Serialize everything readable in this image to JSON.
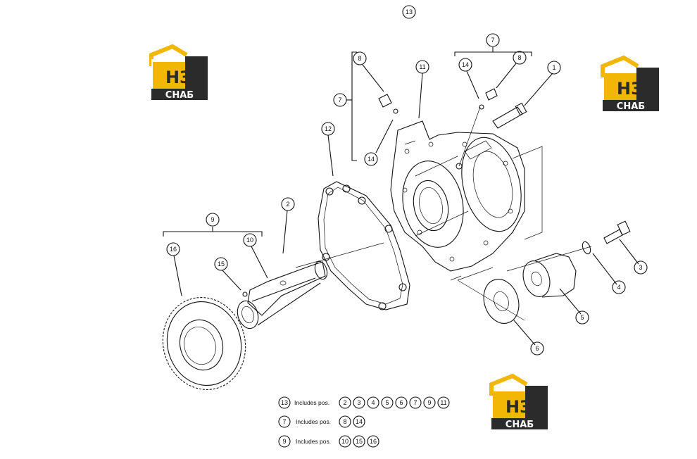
{
  "callouts": [
    {
      "id": "c13",
      "label": "13"
    },
    {
      "id": "c8a",
      "label": "8"
    },
    {
      "id": "c11",
      "label": "11"
    },
    {
      "id": "c7a",
      "label": "7"
    },
    {
      "id": "c14a",
      "label": "14"
    },
    {
      "id": "c8b",
      "label": "8"
    },
    {
      "id": "c1",
      "label": "1"
    },
    {
      "id": "c7b",
      "label": "7"
    },
    {
      "id": "c14b",
      "label": "14"
    },
    {
      "id": "c12",
      "label": "12"
    },
    {
      "id": "c2",
      "label": "2"
    },
    {
      "id": "c9",
      "label": "9"
    },
    {
      "id": "c10",
      "label": "10"
    },
    {
      "id": "c16",
      "label": "16"
    },
    {
      "id": "c15",
      "label": "15"
    },
    {
      "id": "c3",
      "label": "3"
    },
    {
      "id": "c4",
      "label": "4"
    },
    {
      "id": "c5",
      "label": "5"
    },
    {
      "id": "c6",
      "label": "6"
    }
  ],
  "legend": [
    {
      "group": "13",
      "text": "Includes pos.",
      "items": [
        "2",
        "3",
        "4",
        "5",
        "6",
        "7",
        "9",
        "11"
      ]
    },
    {
      "group": "7",
      "text": "Includes pos.",
      "items": [
        "8",
        "14"
      ]
    },
    {
      "group": "9",
      "text": "Includes pos.",
      "items": [
        "10",
        "15",
        "16"
      ]
    }
  ],
  "logos": [
    {
      "id": "logo-top-left",
      "text_top": "НЗ",
      "text_bottom": "СНАБ"
    },
    {
      "id": "logo-top-right",
      "text_top": "НЗ",
      "text_bottom": "СНАБ"
    },
    {
      "id": "logo-bottom",
      "text_top": "НЗ",
      "text_bottom": "СНАБ"
    }
  ],
  "colors": {
    "logo_yellow": "#f2b705",
    "logo_dark": "#2b2b2b",
    "ink": "#111111"
  }
}
